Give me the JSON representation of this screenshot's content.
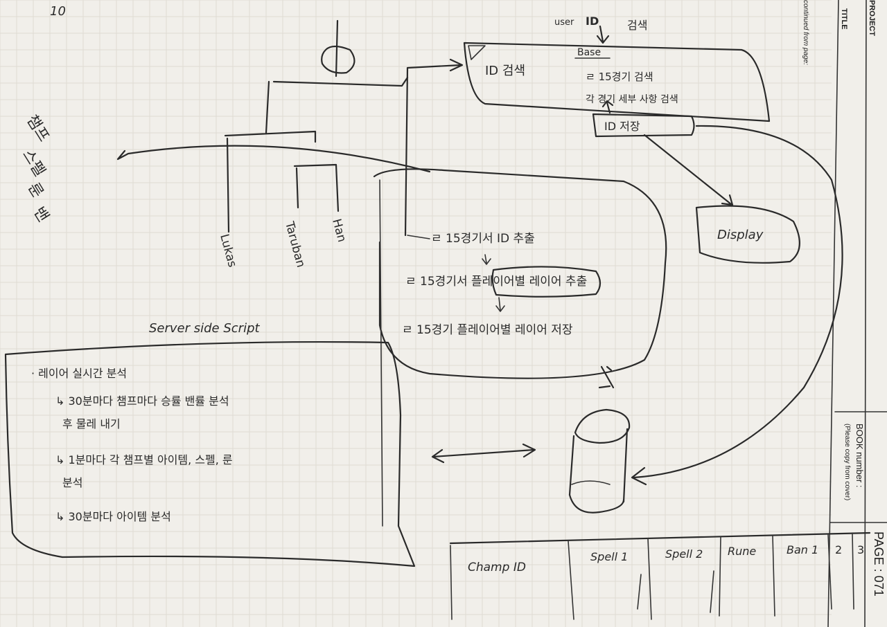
{
  "page_corner_mark": "10",
  "margin": {
    "project_label": "PROJECT",
    "title_label": "TITLE",
    "continued_label": "continued from page:",
    "book_number_label": "BOOK number :",
    "book_number_hint": "(Please copy from cover)",
    "page_label": "PAGE : 071"
  },
  "side_note": [
    "챔프",
    "스펠",
    "룬",
    "밴"
  ],
  "search_flow": {
    "user_label": "user",
    "user_id_label": "ID",
    "search_action": "검색",
    "box_tag": "Base",
    "box_title": "ID 검색",
    "box_line1": "ㄹ 15경기 검색",
    "box_line2": "각 경기 세부 사항 검색",
    "store_box": "ID 저장",
    "display_label": "Display"
  },
  "branches": {
    "left_label": "Lukas",
    "middle_label": "Taruban",
    "right_label": "Han"
  },
  "process_steps": [
    "ㄹ 15경기서 ID 추출",
    "ㄹ 15경기서 플레이어별 레이어 추출",
    "ㄹ 15경기 플레이어별 레이어 저장"
  ],
  "process_highlight": "플레이어별 레이어",
  "server_script": {
    "heading": "Server side Script",
    "lines": [
      "· 레이어 실시간 분석",
      "↳ 30분마다 챔프마다 승률 밴률 분석",
      "후 물레 내기",
      "↳ 1분마다 각 챔프별 아이템, 스펠, 룬",
      "분석",
      "↳ 30분마다 아이템 분석"
    ]
  },
  "table": {
    "columns": [
      "Champ ID",
      "Spell 1",
      "Spell 2",
      "Rune",
      "Ban 1",
      "2",
      "3"
    ]
  },
  "colors": {
    "paper": "#f1efea",
    "ink": "#2a2a2a",
    "grid": "#dedbd3"
  }
}
